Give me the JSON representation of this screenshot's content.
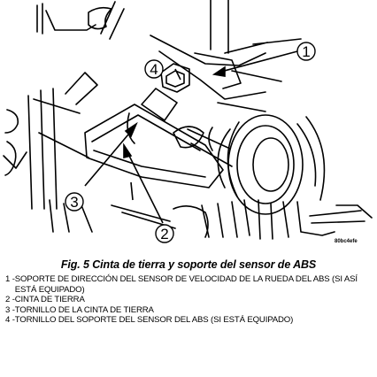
{
  "figure": {
    "catalog_number": "80bc4efe",
    "callouts": [
      "1",
      "2",
      "3",
      "4"
    ]
  },
  "caption": {
    "title": "Fig. 5 Cinta de tierra y soporte del sensor de ABS",
    "items": [
      {
        "num": "1 -",
        "text": "SOPORTE DE DIRECCIÓN DEL SENSOR DE VELOCIDAD DE LA RUEDA DEL ABS (SI ASÍ ESTÁ EQUIPADO)"
      },
      {
        "num": "2 -",
        "text": "CINTA DE TIERRA"
      },
      {
        "num": "3 -",
        "text": "TORNILLO DE LA CINTA DE TIERRA"
      },
      {
        "num": "4 -",
        "text": "TORNILLO DEL SOPORTE DEL SENSOR DEL ABS (SI ESTÁ EQUIPADO)"
      }
    ]
  }
}
